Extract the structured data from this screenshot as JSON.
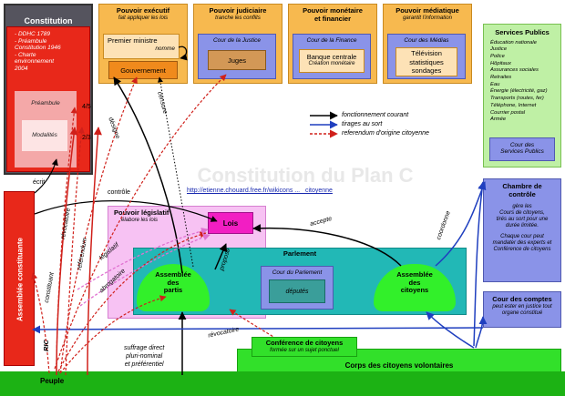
{
  "constitution": {
    "title": "Constitution",
    "lines": [
      "- DDHC 1789",
      "- Préambule",
      "Constitution 1946",
      "- Charte",
      "environnement",
      "2004"
    ],
    "preambule": "Préambule",
    "modalites": "Modalités"
  },
  "executif": {
    "title": "Pouvoir exécutif",
    "subtitle": "fait appliquer les lois",
    "pm": [
      "Premier ministre",
      "nomme"
    ],
    "gouvernement": "Gouvernement"
  },
  "judiciaire": {
    "title": "Pouvoir judiciaire",
    "subtitle": "tranche les conflits",
    "cour": "Cour de la Justice",
    "juges": "Juges"
  },
  "monetaire": {
    "title": [
      "Pouvoir monétaire",
      "et financier"
    ],
    "cour": "Cour de la Finance",
    "banque": [
      "Banque centrale",
      "Création monétaire"
    ]
  },
  "mediatique": {
    "title": "Pouvoir médiatique",
    "subtitle": "garantit l'information",
    "cour": "Cour des Médias",
    "medias": [
      "Télévision",
      "statistiques",
      "sondages"
    ]
  },
  "services": {
    "title": "Services Publics",
    "items": [
      "Éducation nationale",
      "Justice",
      "Police",
      "Hôpitaux",
      "Assurances sociales",
      "Retraites",
      "Eau",
      "Énergie (électricité, gaz)",
      "Transports (routes, fer)",
      "Téléphone, Internet",
      "Courrier postal",
      "Armée"
    ],
    "cour": [
      "Cour des",
      "Services Publics"
    ]
  },
  "legend": [
    {
      "label": "fonctionnement courant",
      "style": "black"
    },
    {
      "label": "tirages au sort",
      "style": "blue"
    },
    {
      "label": "referendum d'origine citoyenne",
      "style": "dashed-red"
    }
  ],
  "watermark": "Constitution du Plan C",
  "url": "http://etienne.chouard.free.fr/wikicons ... _citoyenne",
  "legislatif": {
    "title": "Pouvoir législatif",
    "subtitle": "élabore les lois"
  },
  "lois": "Lois",
  "parlement": {
    "title": "Parlement",
    "partis": [
      "Assemblée",
      "des",
      "partis"
    ],
    "cour": "Cour du Parlement",
    "deputes": "députés",
    "citoyens": [
      "Assemblée",
      "des",
      "citoyens"
    ]
  },
  "constituante": "Assemblée constituante",
  "chambre": {
    "title": [
      "Chambre de",
      "contrôle"
    ],
    "text1": [
      "gère les",
      "Cours de citoyens,",
      "tirés au sort pour une",
      "durée limitée."
    ],
    "text2": [
      "Chaque cour peut",
      "mandater des experts et",
      "Conférence de citoyens"
    ]
  },
  "comptes": {
    "title": "Cour des comptes",
    "text": [
      "peut ester en justice tout",
      "organe constitué"
    ]
  },
  "conference": {
    "title": "Conférence de citoyens",
    "subtitle": "formée sur un sujet ponctuel"
  },
  "corps": "Corps des citoyens volontaires",
  "peuple": "Peuple",
  "ric": "RIC",
  "arrows": {
    "ecrit": "écrit",
    "controle": "contrôle",
    "frac1": "4/5",
    "frac2": "2/3",
    "designe": "désigne",
    "censure": "censure",
    "accepte": "accepte",
    "coordonne": "coordonne",
    "legislatif": "législatif",
    "abrogatoire": "abrogatoire",
    "propose": "propose",
    "constituant": "constituant",
    "revocatoire1": "révocatoire",
    "referendum": "référendum",
    "revocatoire2": "révocatoire",
    "suffrage": [
      "suffrage direct",
      "pluri-nominal",
      "et préférentiel"
    ]
  }
}
